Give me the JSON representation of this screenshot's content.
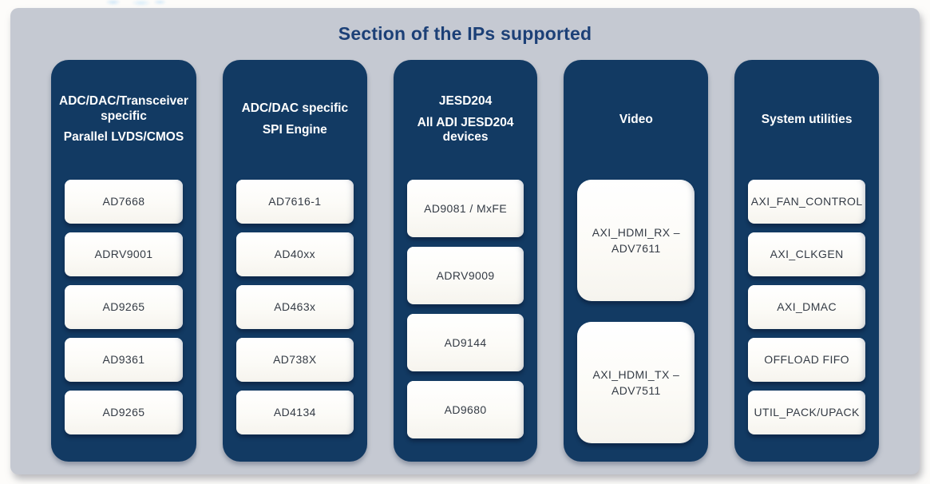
{
  "page": {
    "title": "Section of the IPs supported"
  },
  "colors": {
    "panel_background": "#c5c9d2",
    "column_navy": "#123a63",
    "chip_background": "#fcfbf7",
    "title_navy": "#1c4077",
    "chip_text": "#343b45",
    "header_text": "#ffffff"
  },
  "columns": [
    {
      "id": "parallel-lvds-cmos",
      "header_lines": [
        "ADC/DAC/Transceiver specific",
        "Parallel LVDS/CMOS"
      ],
      "chips": [
        "AD7668",
        "ADRV9001",
        "AD9265",
        "AD9361",
        "AD9265"
      ]
    },
    {
      "id": "spi-engine",
      "header_lines": [
        "ADC/DAC specific",
        "SPI Engine"
      ],
      "chips": [
        "AD7616-1",
        "AD40xx",
        "AD463x",
        "AD738X",
        "AD4134"
      ]
    },
    {
      "id": "jesd204",
      "header_lines": [
        "JESD204",
        "All ADI JESD204 devices"
      ],
      "chips": [
        "AD9081 / MxFE",
        "ADRV9009",
        "AD9144",
        "AD9680"
      ]
    },
    {
      "id": "video",
      "header_lines": [
        "Video"
      ],
      "chips": [
        "AXI_HDMI_RX –\nADV7611",
        "AXI_HDMI_TX –\nADV7511"
      ]
    },
    {
      "id": "system-utilities",
      "header_lines": [
        "System utilities"
      ],
      "chips": [
        "AXI_FAN_CONTROL",
        "AXI_CLKGEN",
        "AXI_DMAC",
        "OFFLOAD FIFO",
        "UTIL_PACK/UPACK"
      ]
    }
  ]
}
